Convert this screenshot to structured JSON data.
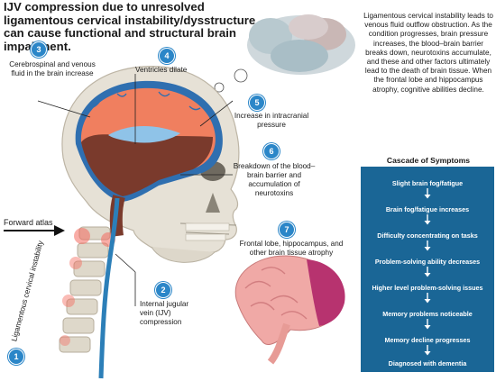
{
  "title": "IJV compression due to unresolved ligamentous cervical instability/dysstructure can cause functional and structural brain impairment.",
  "description": "Ligamentous cervical instability leads to venous fluid outflow obstruction. As the condition progresses, brain pressure increases, the blood–brain barrier breaks down, neurotoxins accumulate, and these and other factors ultimately lead to the death of brain tissue. When the frontal lobe and hippocampus atrophy, cognitive abilities decline.",
  "labels": {
    "csf": "Cerebrospinal and venous fluid in the brain increase",
    "ventricles": "Ventricles dilate",
    "pressure": "Increase in intracranial pressure",
    "bbb": "Breakdown of the blood–brain barrier and accumulation of neurotoxins",
    "atrophy": "Frontal lobe, hippocampus, and other brain tissue atrophy",
    "ijv": "Internal jugular vein (IJV) compression",
    "atlas": "Forward atlas",
    "instability": "Ligamentous cervical instability"
  },
  "badges": [
    "1",
    "2",
    "3",
    "4",
    "5",
    "6",
    "7"
  ],
  "cascade": {
    "title": "Cascade of Symptoms",
    "steps": [
      "Slight brain fog/fatigue",
      "Brain fog/fatigue increases",
      "Difficulty concentrating on tasks",
      "Problem-solving ability decreases",
      "Higher level problem-solving issues",
      "Memory problems noticeable",
      "Memory decline progresses",
      "Diagnosed with dementia"
    ]
  },
  "colors": {
    "accent_blue": "#2b86c8",
    "cascade_bg": "#1a6696",
    "skull": "#e6e1d6",
    "brain_tissue": "#7a3a2c",
    "csf_orange": "#f07f5f",
    "brain_pink": "#f0a9a6",
    "frontal_magenta": "#b7336f",
    "ijv_blue": "#2c7fb8"
  }
}
